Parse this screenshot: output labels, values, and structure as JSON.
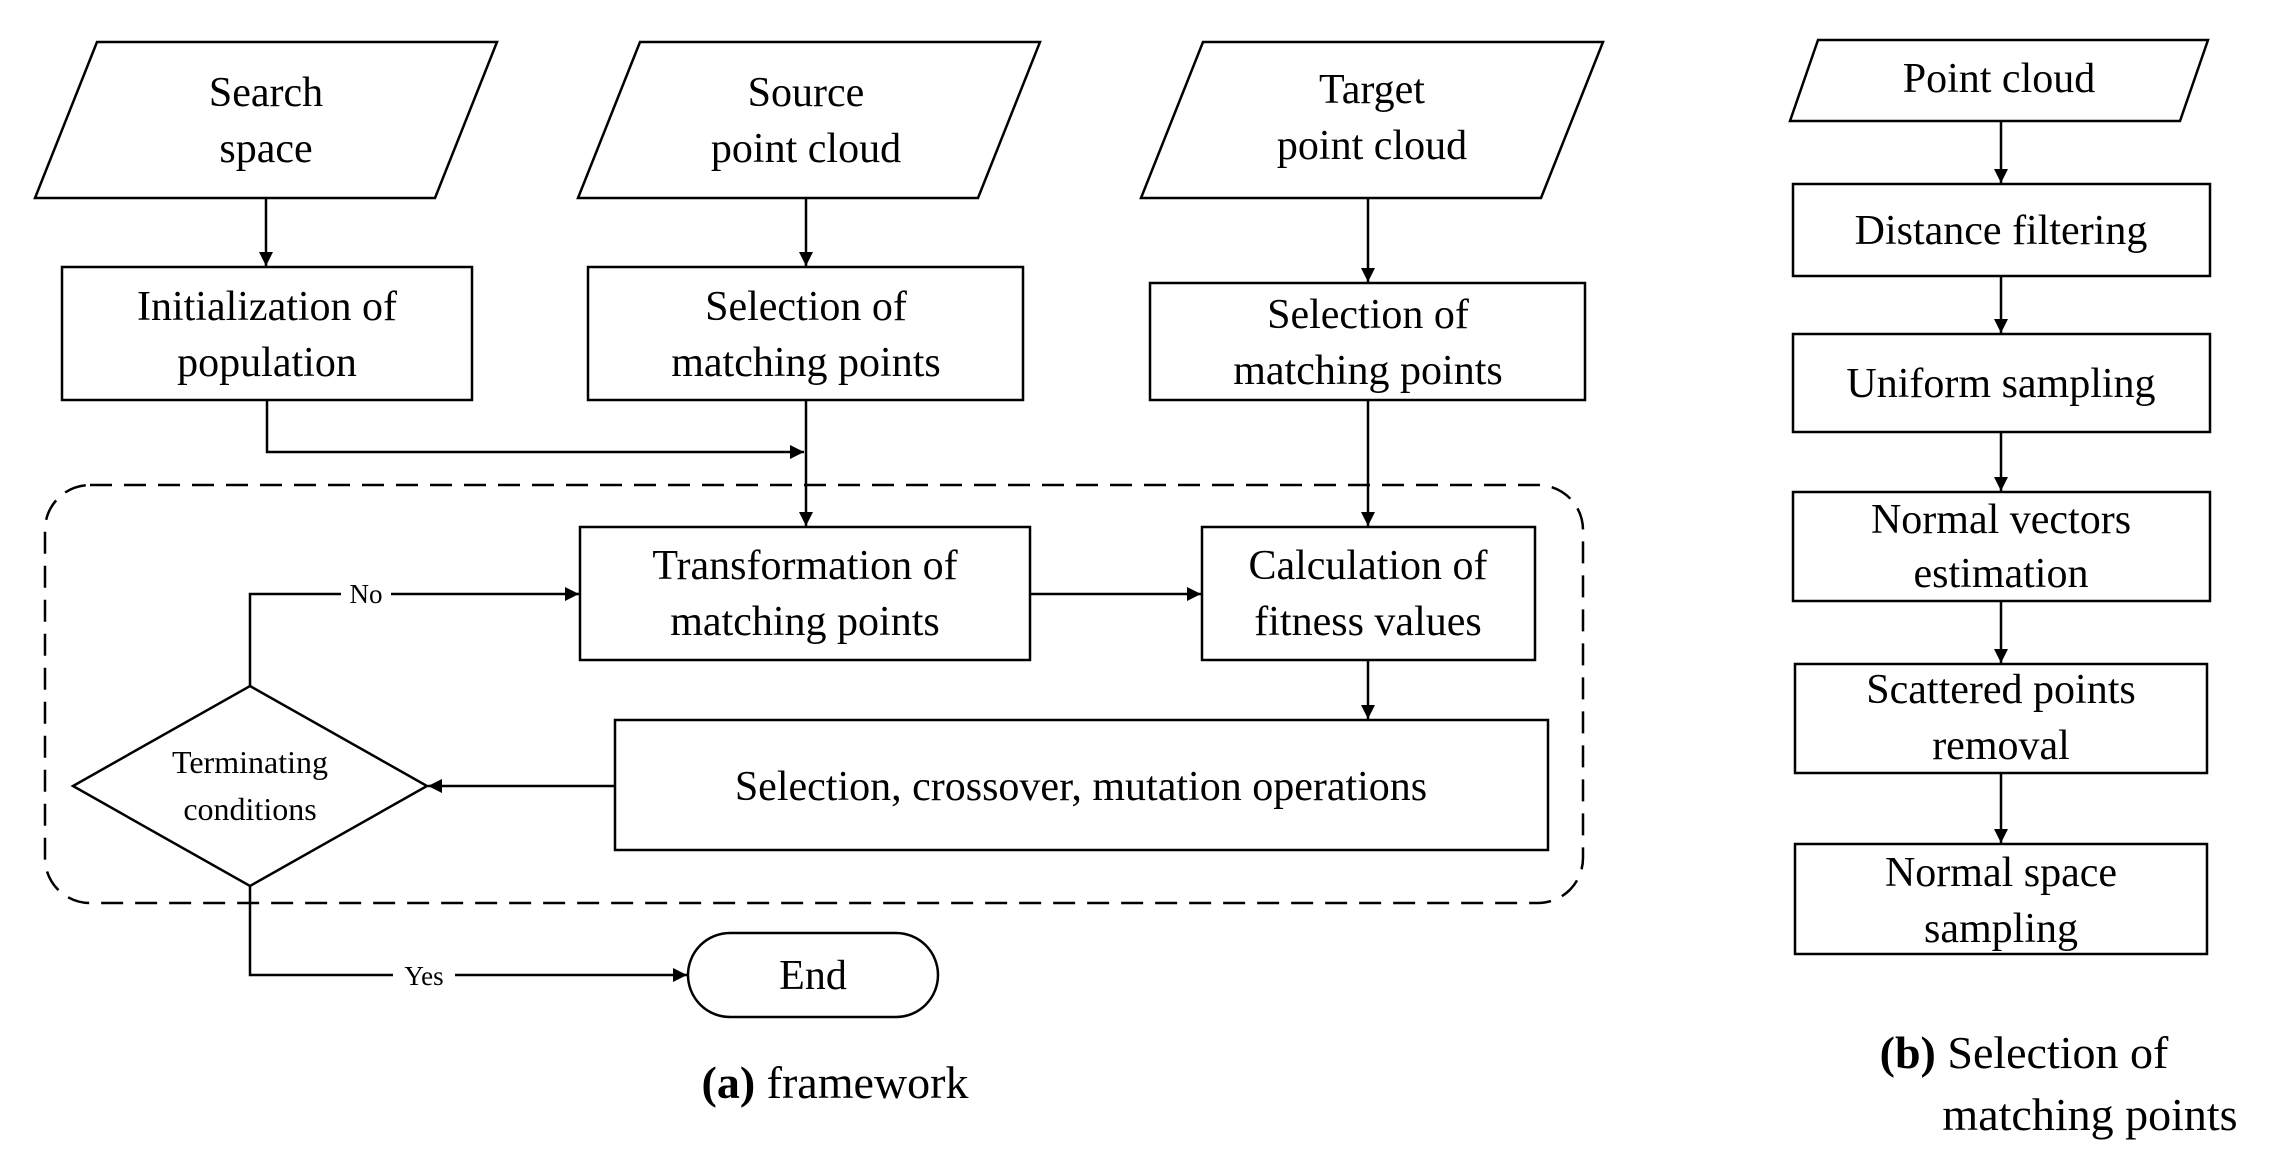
{
  "panel_a": {
    "inputs": {
      "search_space": [
        "Search",
        "space"
      ],
      "source_cloud": [
        "Source",
        "point cloud"
      ],
      "target_cloud": [
        "Target",
        "point cloud"
      ]
    },
    "processes": {
      "init_population": [
        "Initialization of",
        "population"
      ],
      "source_selection": [
        "Selection of",
        "matching points"
      ],
      "target_selection": [
        "Selection of",
        "matching points"
      ],
      "transformation": [
        "Transformation of",
        "matching points"
      ],
      "fitness": [
        "Calculation of",
        "fitness values"
      ],
      "operations": [
        "Selection, crossover, mutation operations"
      ]
    },
    "decision": [
      "Terminating",
      "conditions"
    ],
    "terminal": "End",
    "edge_labels": {
      "no": "No",
      "yes": "Yes"
    },
    "caption_bold": "(a)",
    "caption": "framework"
  },
  "panel_b": {
    "input": "Point cloud",
    "steps": [
      [
        "Distance filtering"
      ],
      [
        "Uniform sampling"
      ],
      [
        "Normal vectors",
        "estimation"
      ],
      [
        "Scattered points",
        "removal"
      ],
      [
        "Normal space",
        "sampling"
      ]
    ],
    "caption_bold": "(b)",
    "caption_line1": "Selection of",
    "caption_line2": "matching points"
  }
}
